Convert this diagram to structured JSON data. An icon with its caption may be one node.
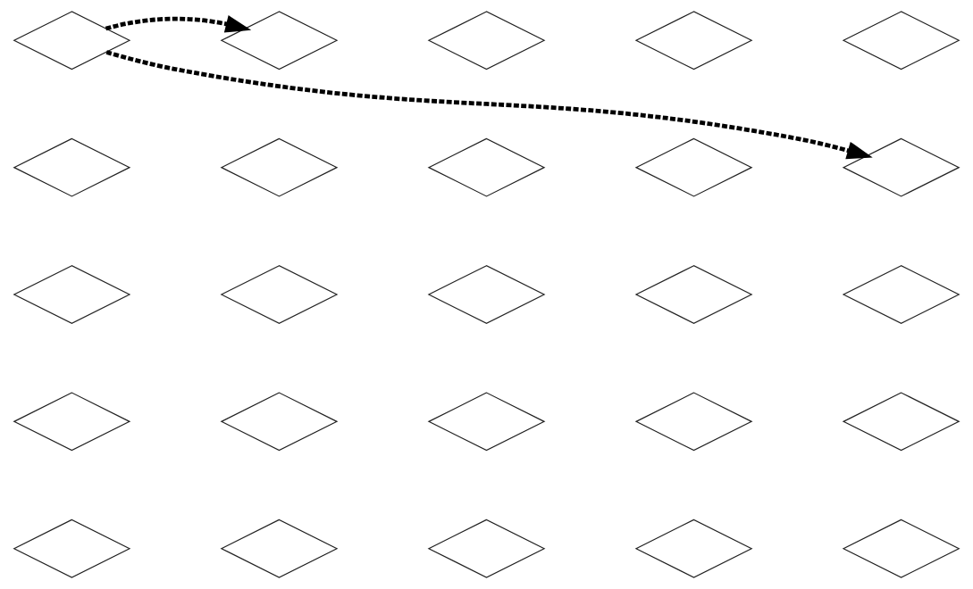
{
  "diagram": {
    "nodes": [
      {
        "text": [],
        "shape": "diamond"
      },
      {
        "text": [],
        "shape": "diamond"
      },
      {
        "text": [],
        "shape": "diamond"
      },
      {
        "text": [],
        "shape": "diamond"
      },
      {
        "text": [],
        "shape": "diamond"
      },
      {
        "text": [],
        "shape": "diamond"
      },
      {
        "text": [],
        "shape": "diamond"
      },
      {
        "text": [],
        "shape": "diamond"
      },
      {
        "text": [],
        "shape": "diamond"
      },
      {
        "text": [],
        "shape": "diamond"
      },
      {
        "text": [],
        "shape": "diamond"
      },
      {
        "text": [],
        "shape": "diamond"
      },
      {
        "text": [],
        "shape": "diamond"
      },
      {
        "text": [],
        "shape": "diamond"
      },
      {
        "text": [],
        "shape": "diamond"
      },
      {
        "text": [],
        "shape": "diamond"
      },
      {
        "text": [],
        "shape": "diamond"
      },
      {
        "text": [],
        "shape": "diamond"
      },
      {
        "text": [],
        "shape": "diamond"
      },
      {
        "text": [],
        "shape": "diamond"
      },
      {
        "text": [],
        "shape": "diamond"
      },
      {
        "text": [],
        "shape": "diamond"
      },
      {
        "text": [],
        "shape": "diamond"
      },
      {
        "text": [],
        "shape": "diamond"
      },
      {
        "text": [],
        "shape": "diamond"
      }
    ],
    "edges": [
      {
        "from": 0,
        "to": 1,
        "arrow": "to",
        "style": "dashed"
      },
      {
        "from": 0,
        "to": 9,
        "arrow": "to",
        "style": "dashed"
      }
    ]
  }
}
